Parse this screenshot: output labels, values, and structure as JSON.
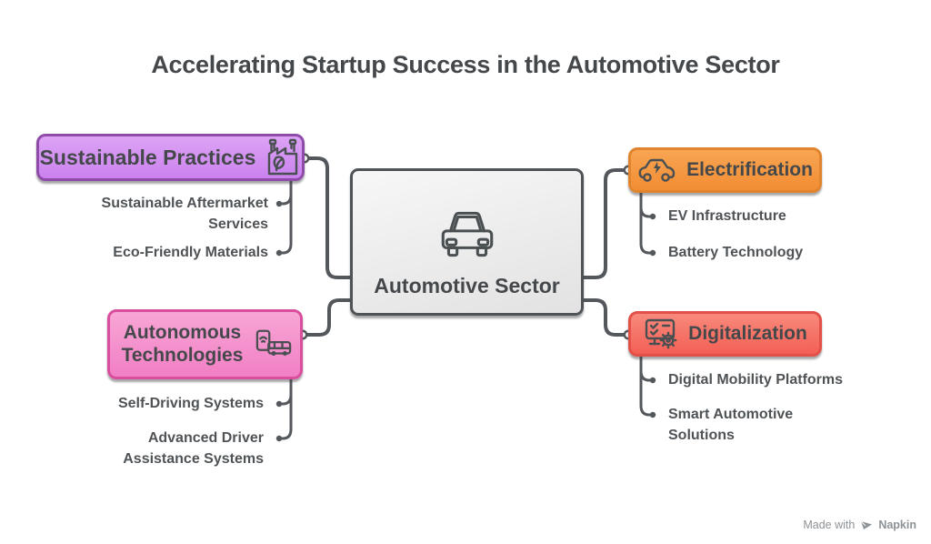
{
  "title": "Accelerating Startup Success in the Automotive Sector",
  "center": {
    "label": "Automotive Sector",
    "icon": "car-front-icon"
  },
  "branches": [
    {
      "label": "Sustainable Practices",
      "icon": "eco-factory-icon",
      "side": "left",
      "colors": {
        "fill_top": "#dca3f5",
        "fill_bottom": "#cb82ee",
        "border": "#8e4ca8"
      },
      "children": [
        "Sustainable Aftermarket Services",
        "Eco-Friendly Materials"
      ]
    },
    {
      "label": "Autonomous Technologies",
      "icon": "phone-bus-icon",
      "side": "left",
      "colors": {
        "fill_top": "#f8a6d6",
        "fill_bottom": "#f17fc4",
        "border": "#d94f9d"
      },
      "children": [
        "Self-Driving Systems",
        "Advanced Driver Assistance Systems"
      ]
    },
    {
      "label": "Electrification",
      "icon": "electric-car-icon",
      "side": "right",
      "colors": {
        "fill_top": "#f8a552",
        "fill_bottom": "#f28d34",
        "border": "#e08430"
      },
      "children": [
        "EV Infrastructure",
        "Battery Technology"
      ]
    },
    {
      "label": "Digitalization",
      "icon": "digital-screen-gear-icon",
      "side": "right",
      "colors": {
        "fill_top": "#f8897c",
        "fill_bottom": "#f45f54",
        "border": "#e25048"
      },
      "children": [
        "Digital Mobility Platforms",
        "Smart Automotive Solutions"
      ]
    }
  ],
  "style": {
    "connector_color": "#54585c",
    "text_color": "#45484b",
    "background": "#ffffff"
  },
  "watermark": {
    "prefix": "Made with",
    "brand": "Napkin"
  }
}
